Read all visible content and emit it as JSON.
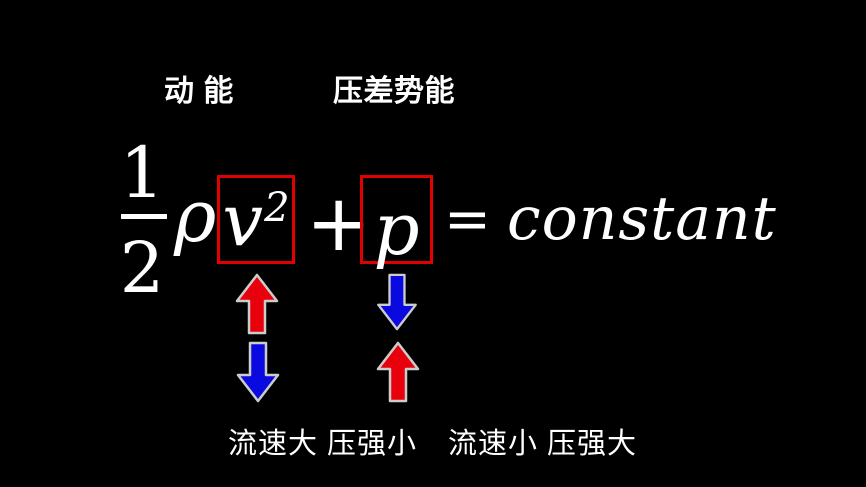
{
  "slide": {
    "title_labels": {
      "kinetic_energy": "动 能",
      "pressure_potential_energy": "压差势能"
    },
    "equation": {
      "fraction_numerator": "1",
      "fraction_denominator": "2",
      "rho": "ρ",
      "v": "v",
      "v_exponent": "2",
      "plus": "+",
      "p": "p",
      "equals": "=",
      "constant": "constant"
    },
    "highlighted_terms": [
      "v²",
      "p"
    ],
    "arrow_meaning": {
      "v_column": "velocity up then down (red up arrow above blue down arrow)",
      "p_column": "pressure down then up (blue down arrow above red up arrow)"
    },
    "bottom_annotations": {
      "left": "流速大 压强小",
      "right": "流速小 压强大"
    },
    "colors": {
      "background": "#000000",
      "text": "#ffffff",
      "highlight_box_border": "#e10000",
      "arrow_red": "#e8000d",
      "arrow_blue": "#0a0ae0",
      "arrow_outline": "#cccccc"
    }
  }
}
